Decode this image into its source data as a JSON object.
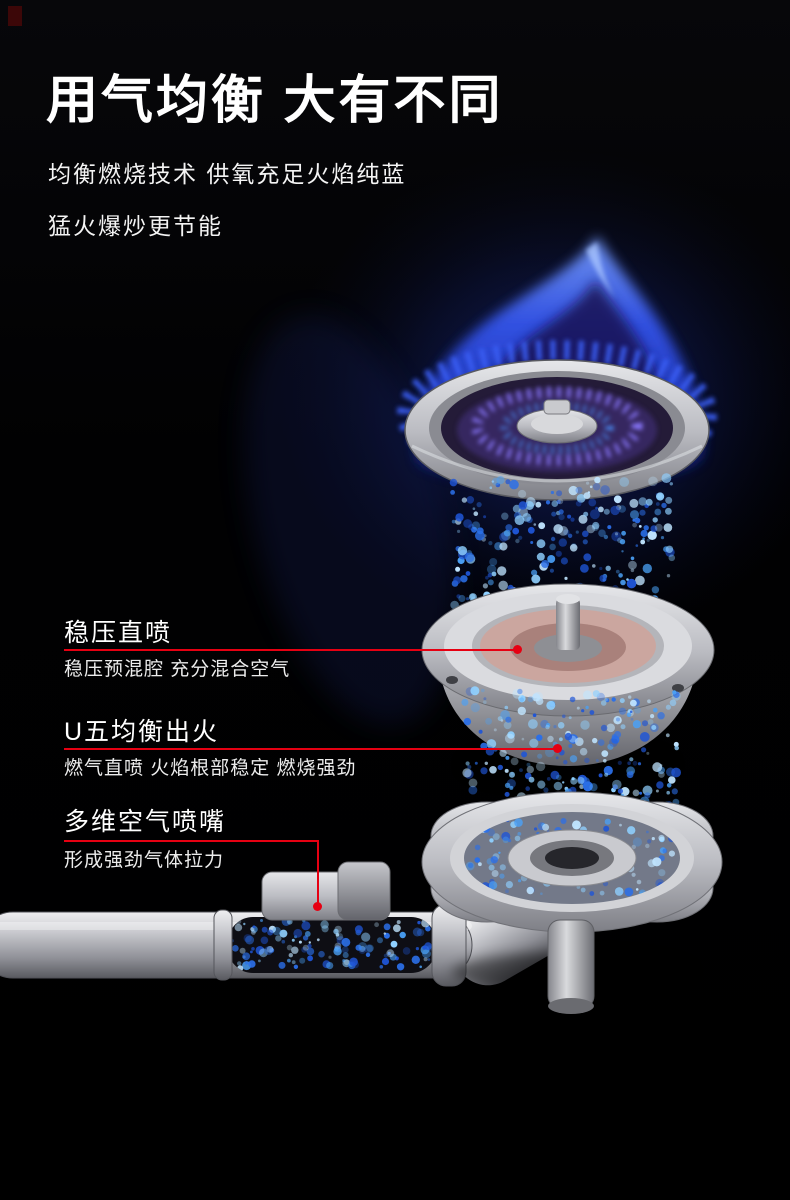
{
  "header": {
    "title": "用气均衡 大有不同",
    "subtitle_line1": "均衡燃烧技术 供氧充足火焰纯蓝",
    "subtitle_line2": "猛火爆炒更节能"
  },
  "callouts": [
    {
      "label": "稳压直喷",
      "desc": "稳压预混腔 充分混合空气"
    },
    {
      "label": "U五均衡出火",
      "desc": "燃气直喷 火焰根部稳定 燃烧强劲"
    },
    {
      "label": "多维空气喷嘴",
      "desc": "形成强劲气体拉力"
    }
  ],
  "colors": {
    "accent_red": "#e60012",
    "flame_blue": "#3556f0",
    "bubble_blue": "#4aa0f5",
    "metal_grey": "#bcbdc3",
    "background": "#000000"
  }
}
